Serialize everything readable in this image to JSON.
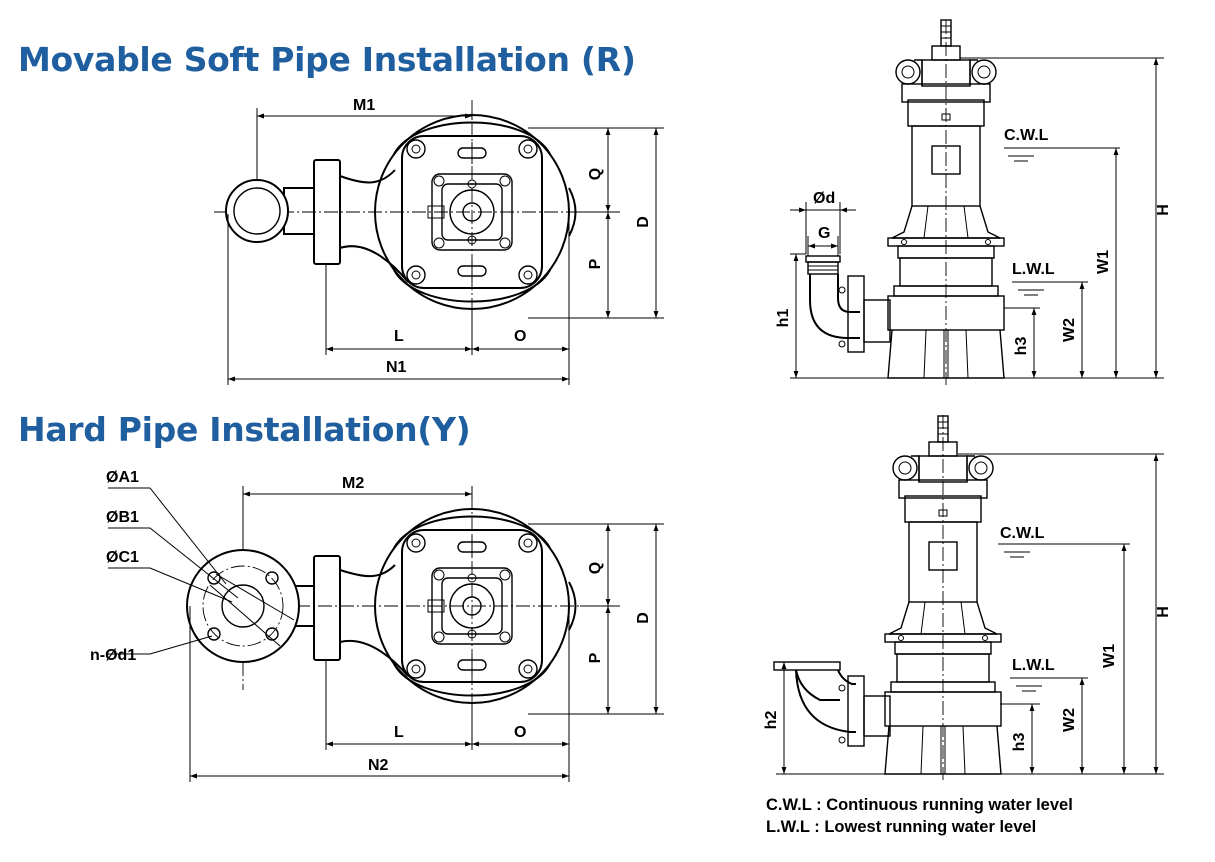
{
  "titles": {
    "movable": "Movable Soft Pipe Installation (R)",
    "hard": "Hard Pipe Installation(Y)"
  },
  "plan_r": {
    "M1": "M1",
    "Q": "Q",
    "D": "D",
    "P": "P",
    "L": "L",
    "O": "O",
    "N1": "N1"
  },
  "plan_y": {
    "M2": "M2",
    "Q": "Q",
    "D": "D",
    "P": "P",
    "L": "L",
    "O": "O",
    "N2": "N2",
    "A1": "ØA1",
    "B1": "ØB1",
    "C1": "ØC1",
    "d1": "n-Ød1"
  },
  "elev_r": {
    "Od": "Ød",
    "G": "G",
    "CWL": "C.W.L",
    "LWL": "L.W.L",
    "H": "H",
    "W1": "W1",
    "W2": "W2",
    "h1": "h1",
    "h3": "h3"
  },
  "elev_y": {
    "CWL": "C.W.L",
    "LWL": "L.W.L",
    "H": "H",
    "W1": "W1",
    "W2": "W2",
    "h2": "h2",
    "h3": "h3"
  },
  "legend": {
    "cwl": "C.W.L : Continuous running water level",
    "lwl": "L.W.L :  Lowest running water level"
  }
}
